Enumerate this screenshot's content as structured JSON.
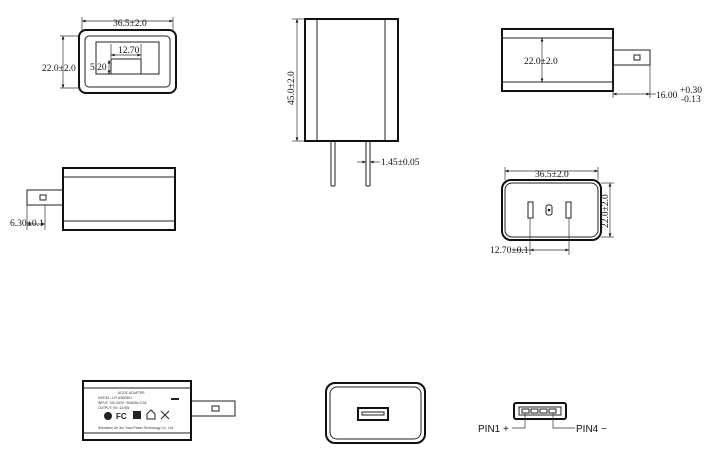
{
  "dims": {
    "top_width": "36.5±2.0",
    "top_height": "22.0±2.0",
    "pin_spacing": "12.70",
    "pin_offset": "5.20",
    "front_height": "45.0±2.0",
    "blade_thickness": "1.45±0.05",
    "side_height": "22.0±2.0",
    "blade_length": "16.00",
    "blade_length_upper": "+0.30",
    "blade_length_lower": "-0.13",
    "blade_offset": "6.30±0.1",
    "plug_width": "36.5±2.0",
    "plug_height": "22.0±2.0",
    "plug_pitch": "12.70±0.1"
  },
  "label_face": {
    "lines": [
      "AC/DC ADAPTER",
      "MODEL: JJY-USB0501",
      "INPUT: 100-240V~ 50/60Hz 0.2A",
      "OUTPUT: 5V⎓1A 5W",
      "Shenzhen Jin Jun Yuan Power Technology Co., Ltd."
    ]
  },
  "usb": {
    "pin1_label": "PIN1",
    "pin1_sign": "+",
    "pin4_label": "PIN4",
    "pin4_sign": "−"
  }
}
